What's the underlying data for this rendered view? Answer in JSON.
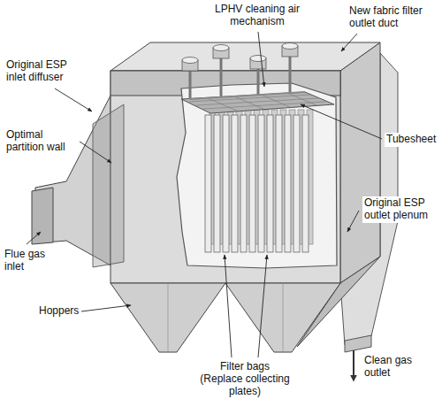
{
  "diagram": {
    "labels": [
      "LPHV cleaning air mechanism",
      "New fabric filter outlet duct",
      "Original ESP inlet diffuser",
      "Optimal partition wall",
      "Flue gas inlet",
      "Hoppers",
      "Tubesheet",
      "Original ESP outlet plenum",
      "Clean gas outlet",
      "Filter bags (Replace collecting plates)"
    ]
  }
}
